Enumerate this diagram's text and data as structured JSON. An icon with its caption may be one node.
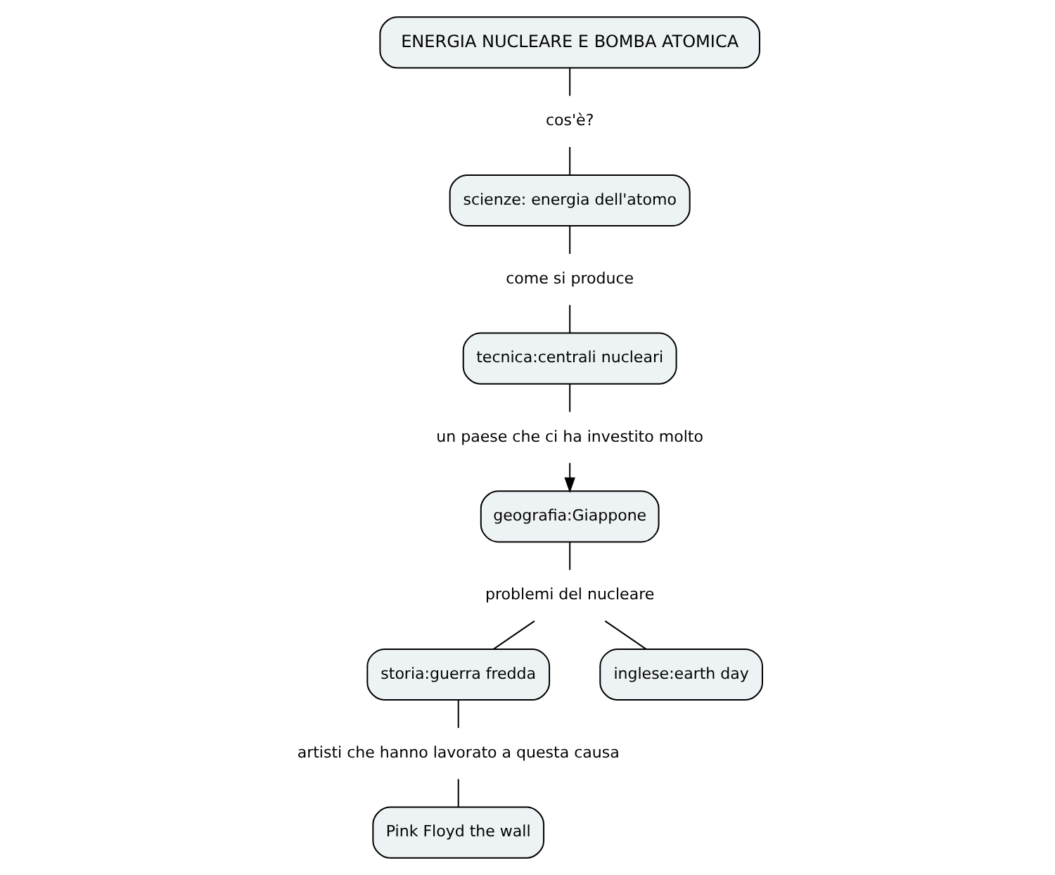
{
  "diagram": {
    "nodes": [
      {
        "text": [
          "ENERGIA NUCLEARE E BOMBA ATOMICA"
        ]
      },
      {
        "text": [
          "cos'è?"
        ]
      },
      {
        "text": [
          "scienze: energia dell'atomo"
        ]
      },
      {
        "text": [
          "come si produce"
        ]
      },
      {
        "text": [
          "tecnica:centrali nucleari"
        ]
      },
      {
        "text": [
          "un paese che ci ha investito molto"
        ]
      },
      {
        "text": [
          "geografia:Giappone"
        ]
      },
      {
        "text": [
          "problemi del nucleare"
        ]
      },
      {
        "text": [
          "storia:guerra fredda"
        ]
      },
      {
        "text": [
          "inglese:earth day"
        ]
      },
      {
        "text": [
          "artisti che hanno lavorato a questa causa"
        ]
      },
      {
        "text": [
          "Pink Floyd the wall"
        ]
      }
    ],
    "edges": [
      {
        "from": 0,
        "to": 1,
        "arrow": "none"
      },
      {
        "from": 1,
        "to": 2,
        "arrow": "none"
      },
      {
        "from": 2,
        "to": 3,
        "arrow": "none"
      },
      {
        "from": 3,
        "to": 4,
        "arrow": "none"
      },
      {
        "from": 4,
        "to": 5,
        "arrow": "none"
      },
      {
        "from": 5,
        "to": 6,
        "arrow": "to"
      },
      {
        "from": 6,
        "to": 7,
        "arrow": "none"
      },
      {
        "from": 7,
        "to": 8,
        "arrow": "none"
      },
      {
        "from": 7,
        "to": 9,
        "arrow": "none"
      },
      {
        "from": 8,
        "to": 10,
        "arrow": "none"
      },
      {
        "from": 10,
        "to": 11,
        "arrow": "none"
      }
    ]
  }
}
